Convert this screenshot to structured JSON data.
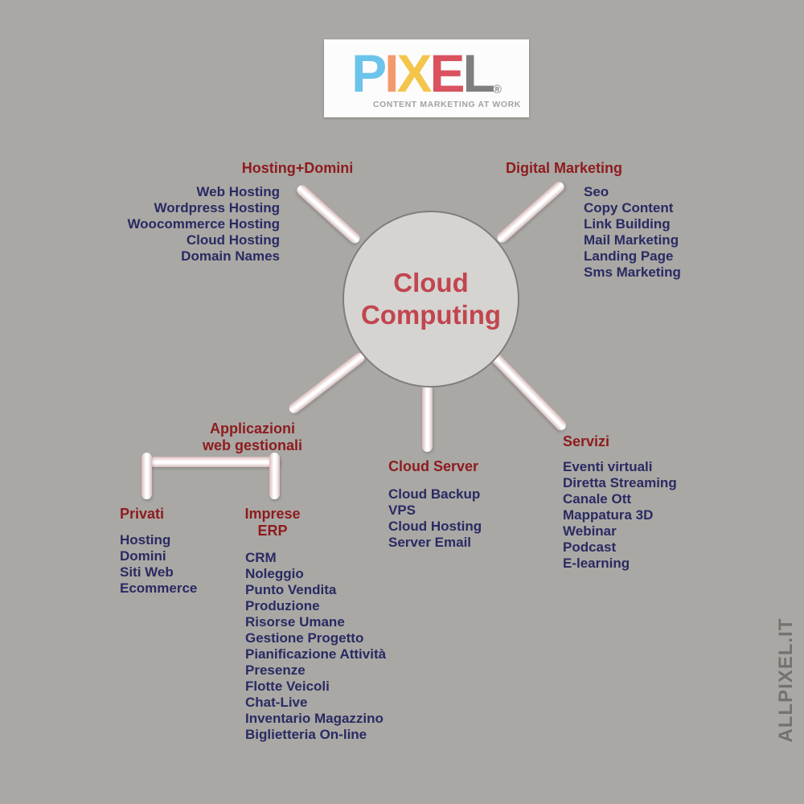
{
  "logo": {
    "letters": [
      {
        "char": "P",
        "color": "#6cc4ea"
      },
      {
        "char": "I",
        "color": "#f29a6d"
      },
      {
        "char": "X",
        "color": "#f4c54b"
      },
      {
        "char": "E",
        "color": "#d9525e"
      },
      {
        "char": "L",
        "color": "#7f7f7f"
      }
    ],
    "registered": "®",
    "tagline": "CONTENT MARKETING AT WORK"
  },
  "center": {
    "line1": "Cloud",
    "line2": "Computing"
  },
  "branches": {
    "hosting_domini": {
      "title": "Hosting+Domini",
      "items": [
        "Web Hosting",
        "Wordpress Hosting",
        "Woocommerce Hosting",
        "Cloud Hosting",
        "Domain Names"
      ]
    },
    "digital_marketing": {
      "title": "Digital Marketing",
      "items": [
        "Seo",
        "Copy Content",
        "Link Building",
        "Mail Marketing",
        "Landing Page",
        "Sms Marketing"
      ]
    },
    "applicazioni": {
      "title_line1": "Applicazioni",
      "title_line2": "web gestionali",
      "privati": {
        "title": "Privati",
        "items": [
          "Hosting",
          "Domini",
          "Siti Web",
          "Ecommerce"
        ]
      },
      "imprese": {
        "title_line1": "Imprese",
        "title_line2": "ERP",
        "items": [
          "CRM",
          "Noleggio",
          "Punto Vendita",
          "Produzione",
          "Risorse Umane",
          "Gestione Progetto",
          "Pianificazione Attività",
          "Presenze",
          "Flotte Veicoli",
          "Chat-Live",
          "Inventario Magazzino",
          "Biglietteria On-line"
        ]
      }
    },
    "cloud_server": {
      "title": "Cloud Server",
      "items": [
        "Cloud Backup",
        "VPS",
        "Cloud Hosting",
        "Server Email"
      ]
    },
    "servizi": {
      "title": "Servizi",
      "items": [
        "Eventi virtuali",
        "Diretta Streaming",
        "Canale Ott",
        "Mappatura 3D",
        "Webinar",
        "Podcast",
        "E-learning"
      ]
    }
  },
  "watermark": "ALLPIXEL.IT",
  "colors": {
    "background": "#a9a8a4",
    "node_fill": "#d5d4d1",
    "node_border": "#7f7e7c",
    "heading_red": "#8e1b1e",
    "center_red": "#c2454f",
    "item_navy": "#2a2a63",
    "rod_highlight": "#ffffff",
    "rod_edge": "#dcb9b9",
    "watermark_gray": "#73726e",
    "logo_background": "#fcfcfc",
    "logo_tagline_gray": "#a3a2a0"
  }
}
